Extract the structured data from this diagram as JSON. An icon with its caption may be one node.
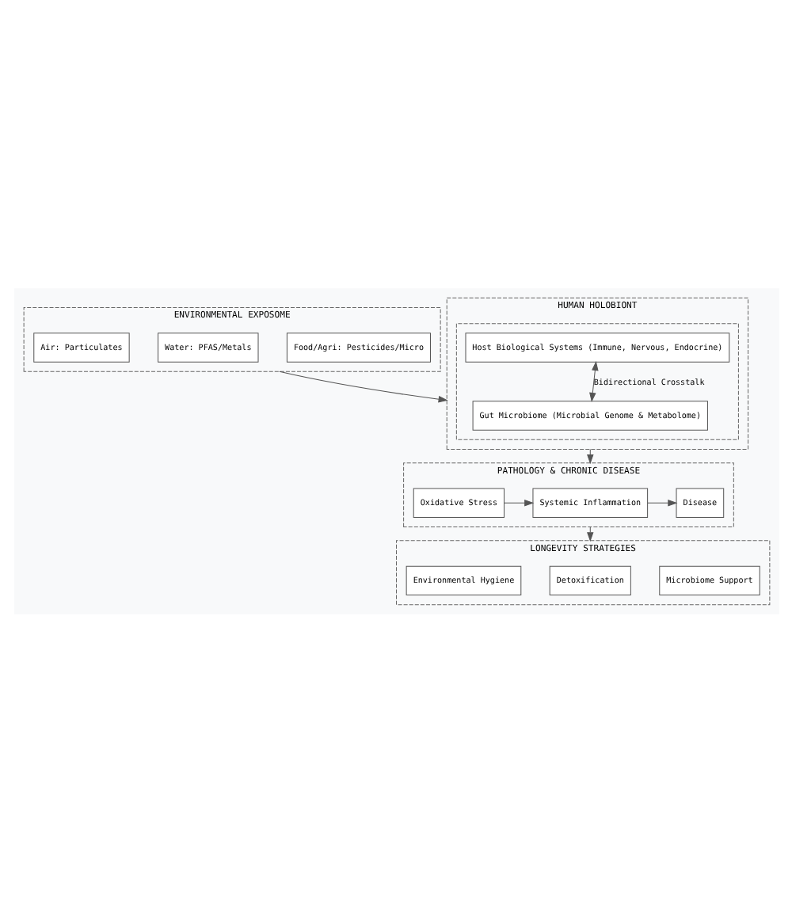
{
  "diagram": {
    "nodes": [
      {
        "text": [
          "ENVIRONMENTAL EXPOSOME"
        ]
      },
      {
        "text": [
          "Air: Particulates"
        ],
        "in": 0
      },
      {
        "text": [
          "Water: PFAS/Metals"
        ],
        "in": 0
      },
      {
        "text": [
          "Food/Agri: Pesticides/Micro"
        ],
        "in": 0
      },
      {
        "text": [
          "HUMAN HOLOBIONT"
        ]
      },
      {
        "text": [],
        "shape": "box",
        "in": 4
      },
      {
        "text": [
          "Host Biological Systems (Immune, Nervous, Endocrine)"
        ],
        "in": 5
      },
      {
        "text": [
          "Gut Microbiome (Microbial Genome & Metabolome)"
        ],
        "in": 5
      },
      {
        "text": [
          "PATHOLOGY & CHRONIC DISEASE"
        ]
      },
      {
        "text": [
          "Oxidative Stress"
        ],
        "in": 8
      },
      {
        "text": [
          "Systemic Inflammation"
        ],
        "in": 8
      },
      {
        "text": [
          "Disease"
        ],
        "in": 8
      },
      {
        "text": [
          "LONGEVITY STRATEGIES"
        ]
      },
      {
        "text": [
          "Environmental Hygiene"
        ],
        "in": 12
      },
      {
        "text": [
          "Detoxification"
        ],
        "in": 12
      },
      {
        "text": [
          "Microbiome Support"
        ],
        "in": 12
      }
    ],
    "edges": [
      {
        "from": 0,
        "to": 4,
        "arrow": "to"
      },
      {
        "from": 6,
        "to": 7,
        "arrow": "both",
        "label": "Bidirectional Crosstalk"
      },
      {
        "from": 4,
        "to": 8,
        "arrow": "to"
      },
      {
        "from": 9,
        "to": 10,
        "arrow": "to"
      },
      {
        "from": 10,
        "to": 11,
        "arrow": "to"
      },
      {
        "from": 8,
        "to": 12,
        "arrow": "to"
      }
    ]
  }
}
